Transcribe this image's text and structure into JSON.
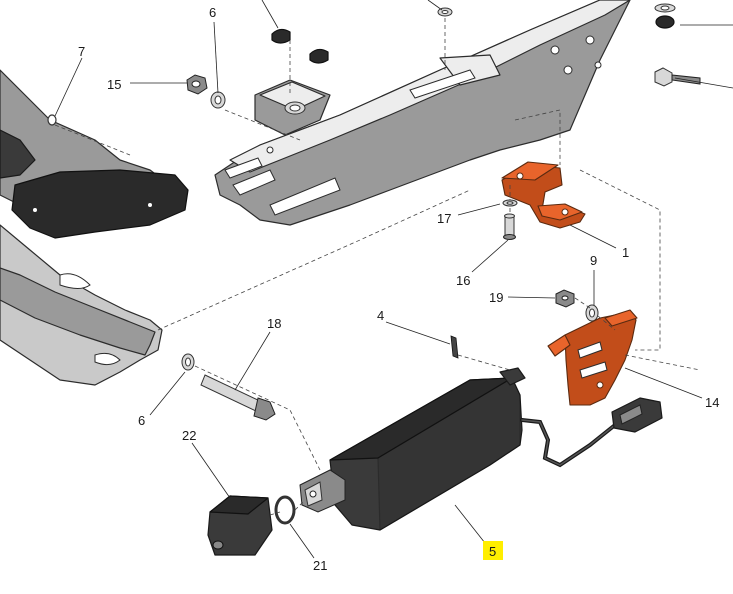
{
  "diagram": {
    "colors": {
      "highlight_part": "#e8642b",
      "highlight_part_shade": "#c24d1a",
      "label_highlight": "#ffee00",
      "frame": "#9a9a9a",
      "actuator": "#3a3a3a"
    },
    "callouts": {
      "c6a": "6",
      "c7": "7",
      "c15": "15",
      "c17": "17",
      "c1": "1",
      "c16": "16",
      "c9": "9",
      "c19": "19",
      "c4": "4",
      "c18": "18",
      "c14": "14",
      "c6b": "6",
      "c22": "22",
      "c5": "5",
      "c21": "21"
    }
  }
}
